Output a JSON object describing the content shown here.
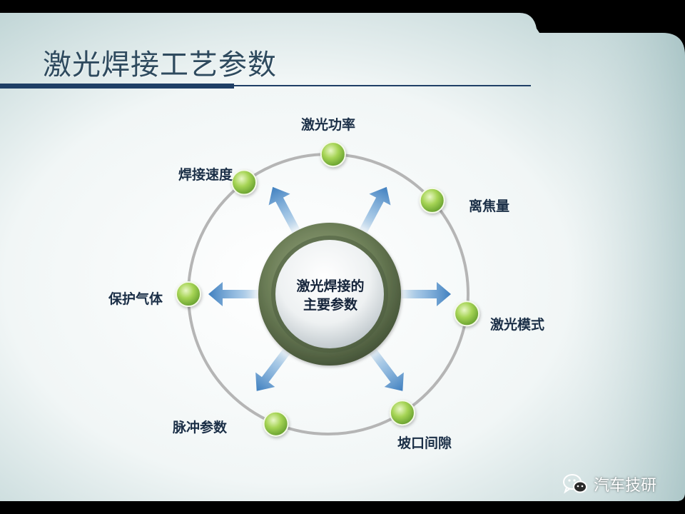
{
  "title": "激光焊接工艺参数",
  "center": {
    "line1": "激光焊接的",
    "line2": "主要参数"
  },
  "nodes": [
    {
      "label": "激光功率"
    },
    {
      "label": "离焦量"
    },
    {
      "label": "激光模式"
    },
    {
      "label": "坡口间隙"
    },
    {
      "label": "脉冲参数"
    },
    {
      "label": "保护气体"
    },
    {
      "label": "焊接速度"
    }
  ],
  "watermark": {
    "text": "汽车技研",
    "icon": "wechat-icon"
  },
  "colors": {
    "title": "#2e4a5e",
    "title_rule": "#1f3f66",
    "ring": "#b8b8b8",
    "node_green": "#8cc63f",
    "arrow_blue": "#4f8fc6",
    "hub_dark": "#5a6b4c"
  }
}
